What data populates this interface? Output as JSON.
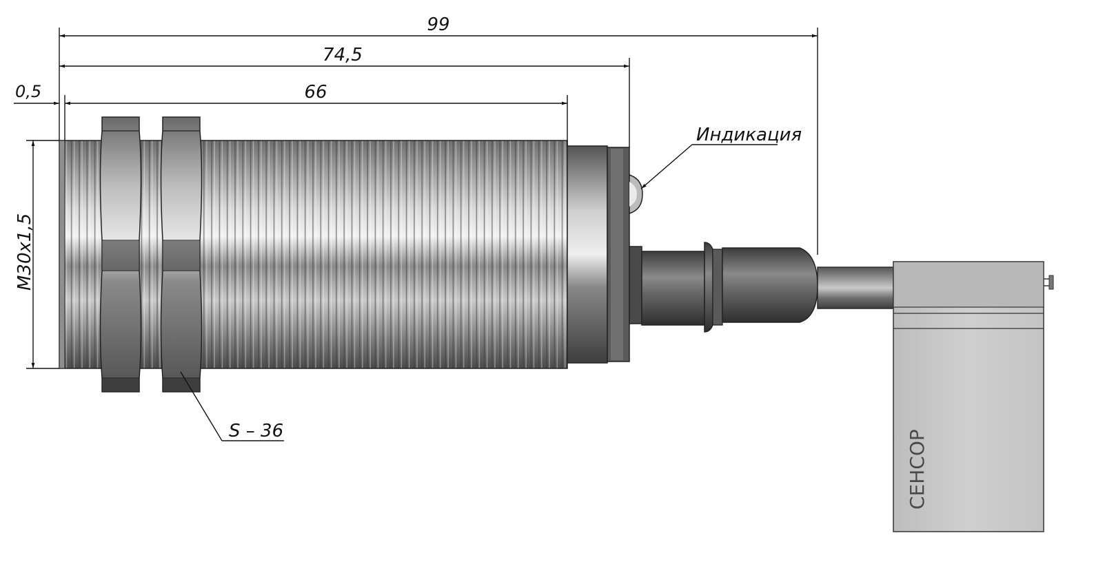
{
  "dimensions": {
    "overall": "99",
    "housing_with_cap": "74,5",
    "thread_length": "66",
    "offset": "0,5",
    "thread_size": "M30x1,5",
    "wrench_size": "S – 36"
  },
  "callouts": {
    "indicator": "Индикация"
  },
  "tag": {
    "text": "СЕНСОР"
  },
  "colors": {
    "ink": "#111111",
    "metal_dark": "#5a5a5a",
    "metal_light": "#d8d8d8",
    "tag_fill": "#c9c9c9"
  }
}
